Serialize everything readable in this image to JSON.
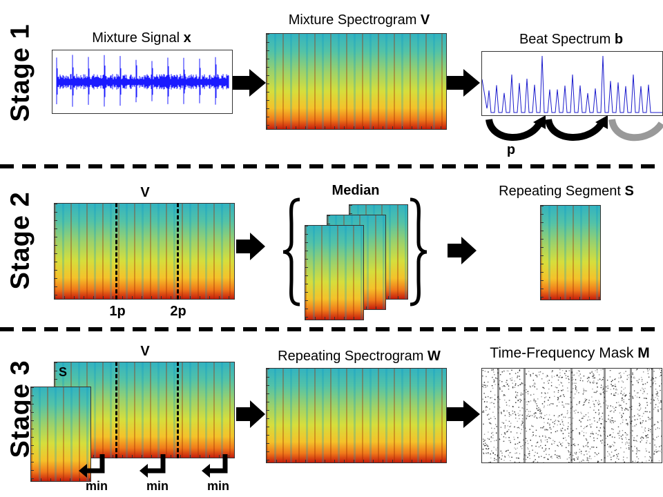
{
  "stages": [
    "Stage 1",
    "Stage 2",
    "Stage 3"
  ],
  "stage1": {
    "mixture_signal": {
      "text": "Mixture Signal ",
      "var": "x"
    },
    "mixture_spectrogram": {
      "text": "Mixture Spectrogram ",
      "var": "V"
    },
    "beat_spectrum": {
      "text": "Beat Spectrum ",
      "var": "b"
    },
    "period_label": "p"
  },
  "stage2": {
    "v_label": "V",
    "median_label": "Median",
    "repeating_segment": {
      "text": "Repeating Segment ",
      "var": "S"
    },
    "period_marks": [
      "1p",
      "2p"
    ]
  },
  "stage3": {
    "v_label": "V",
    "s_label": "S",
    "repeating_spectrogram": {
      "text": "Repeating Spectrogram ",
      "var": "W"
    },
    "mask": {
      "text": "Time-Frequency Mask ",
      "var": "M"
    },
    "min_labels": [
      "min",
      "min",
      "min"
    ]
  },
  "colors": {
    "waveform": "#1a1aff",
    "beat_line": "#1a1acc",
    "arrow": "#000000",
    "mask_ink": "#111111"
  }
}
